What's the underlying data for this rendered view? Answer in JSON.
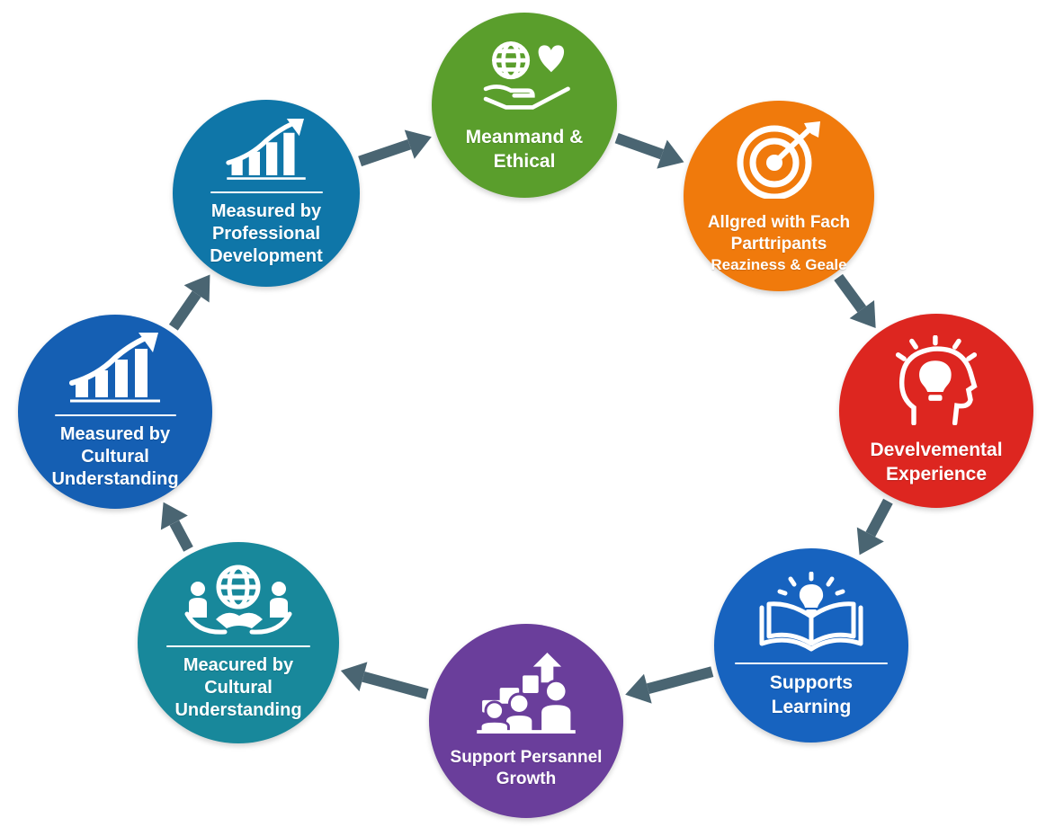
{
  "diagram": {
    "type": "cycle",
    "nodes": [
      {
        "id": "top",
        "lines": [
          "Meanmand &",
          "Ethical"
        ],
        "color": "#5a9e2c",
        "icon": "globe-heart-hand-icon"
      },
      {
        "id": "upper-right",
        "lines": [
          "Allgred with Fach",
          "Parttripants",
          "Reaziness & Geale"
        ],
        "color": "#f07a0c",
        "icon": "target-arrow-icon"
      },
      {
        "id": "right",
        "lines": [
          "Develvemental",
          "Experience"
        ],
        "color": "#dd2620",
        "icon": "head-lightbulb-icon"
      },
      {
        "id": "lower-right",
        "lines": [
          "Supports",
          "Learning"
        ],
        "color": "#1763bf",
        "icon": "book-lightbulb-icon"
      },
      {
        "id": "bottom",
        "lines": [
          "Support Persannel",
          "Growth"
        ],
        "color": "#6a3e9b",
        "icon": "people-growth-icon"
      },
      {
        "id": "lower-left",
        "lines": [
          "Meacured by",
          "Cultural",
          "Understanding"
        ],
        "color": "#18889b",
        "icon": "globe-people-icon"
      },
      {
        "id": "left",
        "lines": [
          "Measured by",
          "Cultural",
          "Understanding"
        ],
        "color": "#155fb3",
        "icon": "bar-chart-growth-icon"
      },
      {
        "id": "upper-left",
        "lines": [
          "Measured by",
          "Professional",
          "Development"
        ],
        "color": "#0f76a8",
        "icon": "bar-chart-growth-icon"
      }
    ],
    "arrow_color": "#4a6572"
  }
}
